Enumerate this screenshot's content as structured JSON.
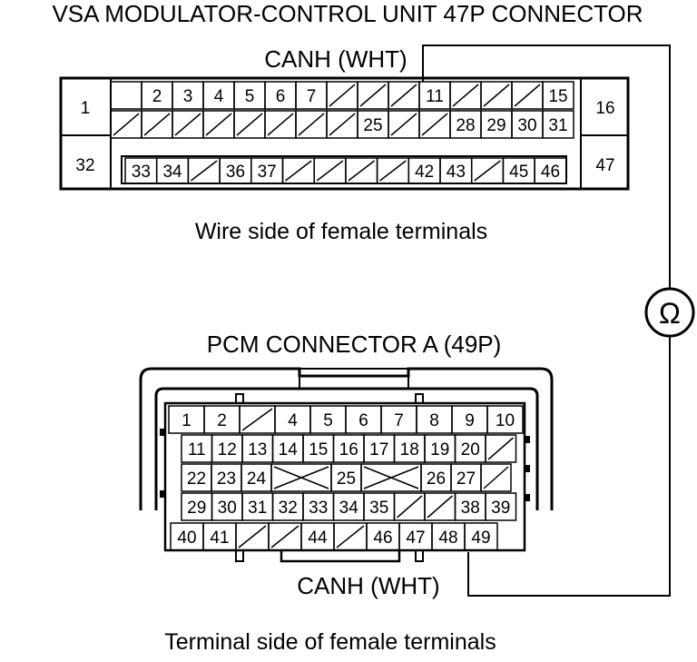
{
  "vsa_connector": {
    "title": "VSA MODULATOR-CONTROL UNIT 47P CONNECTOR",
    "wire_label": "CANH (WHT)",
    "caption": "Wire side of female terminals",
    "row1_left": "1",
    "row1_right": "16",
    "row3_left": "32",
    "row3_right": "47",
    "row1": [
      "",
      "2",
      "3",
      "4",
      "5",
      "6",
      "7",
      "/",
      "/",
      "/",
      "11",
      "/",
      "/",
      "/",
      "15"
    ],
    "row2": [
      "/",
      "/",
      "/",
      "/",
      "/",
      "/",
      "/",
      "/",
      "25",
      "/",
      "/",
      "28",
      "29",
      "30",
      "31"
    ],
    "row3": [
      "33",
      "34",
      "/",
      "36",
      "37",
      "/",
      "/",
      "/",
      "/",
      "42",
      "43",
      "/",
      "45",
      "46"
    ]
  },
  "meter": {
    "symbol": "Ω",
    "icon": "ohmmeter-icon"
  },
  "pcm_connector": {
    "title": "PCM CONNECTOR A (49P)",
    "wire_label": "CANH (WHT)",
    "caption": "Terminal side of female terminals",
    "row1": [
      "1",
      "2",
      "/",
      "4",
      "5",
      "6",
      "7",
      "8",
      "9",
      "10"
    ],
    "row2": [
      "11",
      "12",
      "13",
      "14",
      "15",
      "16",
      "17",
      "18",
      "19",
      "20",
      "/"
    ],
    "row3": [
      "22",
      "23",
      "24",
      "X",
      "25",
      "X",
      "26",
      "27",
      "/"
    ],
    "row4": [
      "29",
      "30",
      "31",
      "32",
      "33",
      "34",
      "35",
      "/",
      "/",
      "38",
      "39"
    ],
    "row5": [
      "40",
      "41",
      "/",
      "/",
      "44",
      "/",
      "46",
      "47",
      "48",
      "49"
    ]
  }
}
